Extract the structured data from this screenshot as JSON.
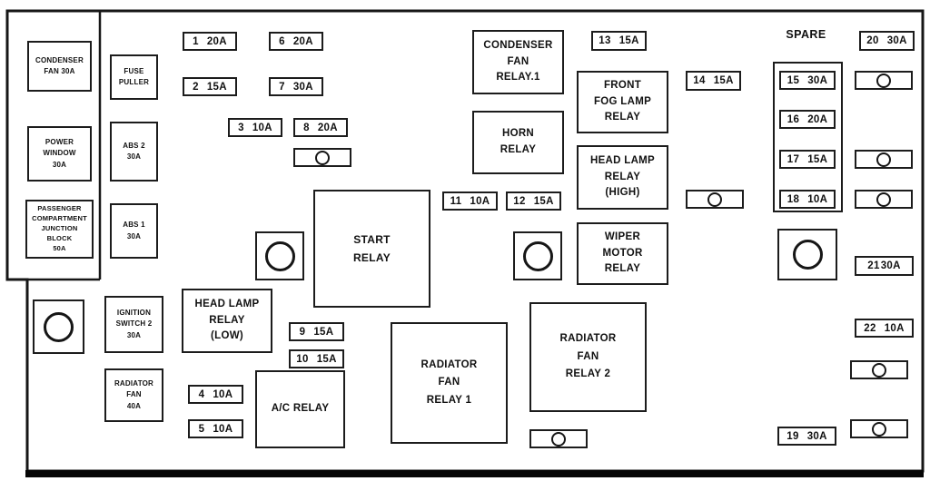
{
  "diagram": {
    "spare_label": "SPARE"
  },
  "fuses": {
    "f1": {
      "num": "1",
      "amp": "20A"
    },
    "f2": {
      "num": "2",
      "amp": "15A"
    },
    "f3": {
      "num": "3",
      "amp": "10A"
    },
    "f4": {
      "num": "4",
      "amp": "10A"
    },
    "f5": {
      "num": "5",
      "amp": "10A"
    },
    "f6": {
      "num": "6",
      "amp": "20A"
    },
    "f7": {
      "num": "7",
      "amp": "30A"
    },
    "f8": {
      "num": "8",
      "amp": "20A"
    },
    "f9": {
      "num": "9",
      "amp": "15A"
    },
    "f10": {
      "num": "10",
      "amp": "15A"
    },
    "f11": {
      "num": "11",
      "amp": "10A"
    },
    "f12": {
      "num": "12",
      "amp": "15A"
    },
    "f13": {
      "num": "13",
      "amp": "15A"
    },
    "f14": {
      "num": "14",
      "amp": "15A"
    },
    "f15": {
      "num": "15",
      "amp": "30A"
    },
    "f16": {
      "num": "16",
      "amp": "20A"
    },
    "f17": {
      "num": "17",
      "amp": "15A"
    },
    "f18": {
      "num": "18",
      "amp": "10A"
    },
    "f19": {
      "num": "19",
      "amp": "30A"
    },
    "f20": {
      "num": "20",
      "amp": "30A"
    },
    "f21": {
      "num": "21",
      "amp": "30A"
    },
    "f22": {
      "num": "22",
      "amp": "10A"
    }
  },
  "components": {
    "condenser_fan": "CONDENSER\nFAN 30A",
    "fuse_puller": "FUSE\nPULLER",
    "power_window": "POWER\nWINDOW\n30A",
    "abs2": "ABS 2\n30A",
    "passenger_junction": "PASSENGER\nCOMPARTMENT\nJUNCTION\nBLOCK\n50A",
    "abs1": "ABS 1\n30A",
    "ignition_switch2": "IGNITION\nSWITCH 2\n30A",
    "radiator_fan": "RADIATOR\nFAN\n40A",
    "condenser_fan_relay1": "CONDENSER\nFAN\nRELAY.1",
    "front_fog_lamp_relay": "FRONT\nFOG LAMP\nRELAY",
    "horn_relay": "HORN\nRELAY",
    "head_lamp_relay_high": "HEAD LAMP\nRELAY\n(HIGH)",
    "start_relay": "START\nRELAY",
    "wiper_motor_relay": "WIPER\nMOTOR\nRELAY",
    "head_lamp_relay_low": "HEAD LAMP\nRELAY\n(LOW)",
    "ac_relay": "A/C RELAY",
    "radiator_fan_relay1": "RADIATOR\nFAN\nRELAY 1",
    "radiator_fan_relay2": "RADIATOR\nFAN\nRELAY 2"
  }
}
